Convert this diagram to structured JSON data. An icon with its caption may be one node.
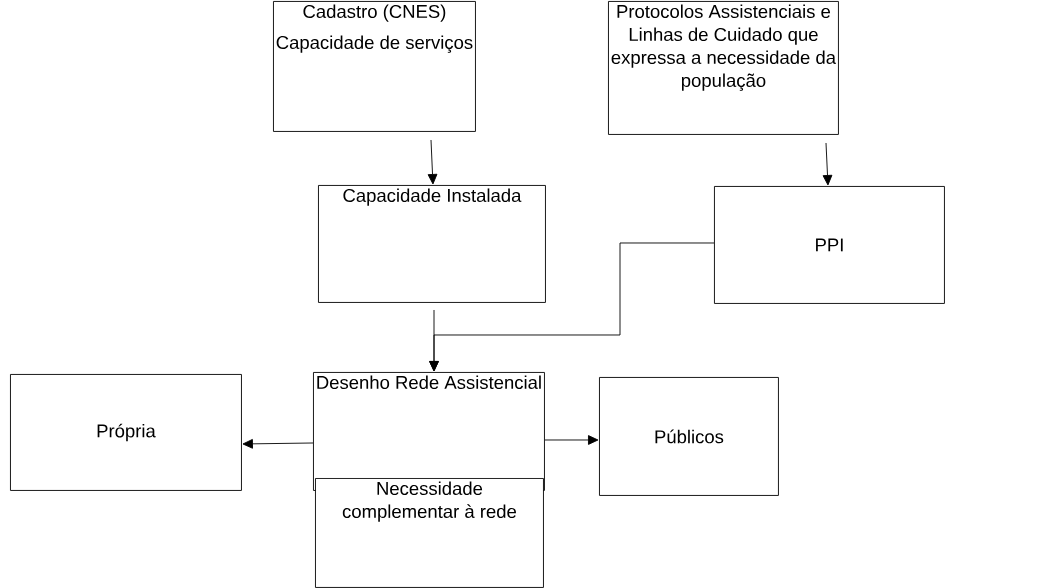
{
  "diagram": {
    "nodes": [
      {
        "text": [
          "Cadastro (CNES)",
          "Capacidade de serviços"
        ]
      },
      {
        "text": [
          "Protocolos Assistenciais e Linhas de Cuidado que expressa a necessidade da população"
        ]
      },
      {
        "text": [
          "Capacidade Instalada"
        ]
      },
      {
        "text": [
          "PPI"
        ]
      },
      {
        "text": [
          "Desenho Rede Assistencial"
        ]
      },
      {
        "text": [
          "Própria"
        ]
      },
      {
        "text": [
          "Públicos"
        ]
      },
      {
        "text": [
          "Necessidade complementar à rede"
        ]
      }
    ],
    "edges": [
      {
        "from": 0,
        "to": 2,
        "arrow": "to"
      },
      {
        "from": 1,
        "to": 3,
        "arrow": "to"
      },
      {
        "from": 2,
        "to": 4,
        "arrow": "to"
      },
      {
        "from": 3,
        "to": 4,
        "arrow": "to"
      },
      {
        "from": 4,
        "to": 5,
        "arrow": "to"
      },
      {
        "from": 4,
        "to": 6,
        "arrow": "to"
      }
    ]
  }
}
